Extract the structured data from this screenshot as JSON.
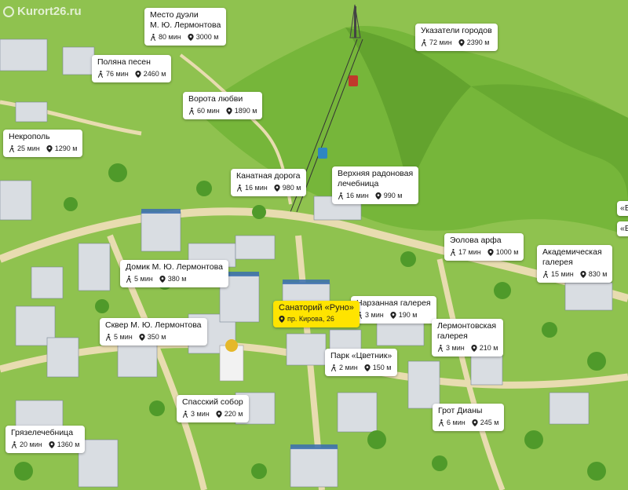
{
  "watermark": "Kurort26.ru",
  "highlight": {
    "title": "Санаторий «Руно»",
    "address": "пр. Кирова, 26"
  },
  "places": [
    {
      "id": "duel",
      "title": [
        "Место дуэли",
        "М. Ю. Лермонтова"
      ],
      "time": "80 мин",
      "dist": "3000 м"
    },
    {
      "id": "signs",
      "title": [
        "Указатели городов"
      ],
      "time": "72 мин",
      "dist": "2390 м"
    },
    {
      "id": "polyana",
      "title": [
        "Поляна песен"
      ],
      "time": "76 мин",
      "dist": "2460 м"
    },
    {
      "id": "vorota",
      "title": [
        "Ворота любви"
      ],
      "time": "60 мин",
      "dist": "1890 м"
    },
    {
      "id": "necropol",
      "title": [
        "Некрополь"
      ],
      "time": "25 мин",
      "dist": "1290 м"
    },
    {
      "id": "cable",
      "title": [
        "Канатная дорога"
      ],
      "time": "16 мин",
      "dist": "980 м"
    },
    {
      "id": "radon",
      "title": [
        "Верхняя радоновая",
        "лечебница"
      ],
      "time": "16 мин",
      "dist": "990 м"
    },
    {
      "id": "eol",
      "title": [
        "Эолова арфа"
      ],
      "time": "17 мин",
      "dist": "1000 м"
    },
    {
      "id": "akadem",
      "title": [
        "Академическая",
        "галерея"
      ],
      "time": "15 мин",
      "dist": "830 м"
    },
    {
      "id": "domik",
      "title": [
        "Домик М. Ю. Лермонтова"
      ],
      "time": "5 мин",
      "dist": "380 м"
    },
    {
      "id": "narzan",
      "title": [
        "Нарзанная галерея"
      ],
      "time": "3 мин",
      "dist": "190 м"
    },
    {
      "id": "skver",
      "title": [
        "Сквер М. Ю. Лермонтова"
      ],
      "time": "5 мин",
      "dist": "350 м"
    },
    {
      "id": "lermgal",
      "title": [
        "Лермонтовская",
        "галерея"
      ],
      "time": "3 мин",
      "dist": "210 м"
    },
    {
      "id": "tsvetnik",
      "title": [
        "Парк «Цветник»"
      ],
      "time": "2 мин",
      "dist": "150 м"
    },
    {
      "id": "spassky",
      "title": [
        "Спасский собор"
      ],
      "time": "3 мин",
      "dist": "220 м"
    },
    {
      "id": "grot",
      "title": [
        "Грот Дианы"
      ],
      "time": "6 мин",
      "dist": "245 м"
    },
    {
      "id": "gryaz",
      "title": [
        "Грязелечебница"
      ],
      "time": "20 мин",
      "dist": "1360 м"
    }
  ],
  "edge_labels": [
    "«Б",
    "«Б"
  ],
  "colors": {
    "grass": "#8fc24f",
    "mountain": "#6fae35",
    "mountain_dark": "#4e8f26",
    "road": "#e8dcb0",
    "building": "#d9dde2",
    "roof": "#3a6fb0",
    "label_bg": "#ffffff",
    "highlight": "#ffe400"
  },
  "icons": {
    "walk": "walk-icon",
    "distance": "pin-icon",
    "address": "location-icon",
    "logo": "kurort-logo"
  }
}
